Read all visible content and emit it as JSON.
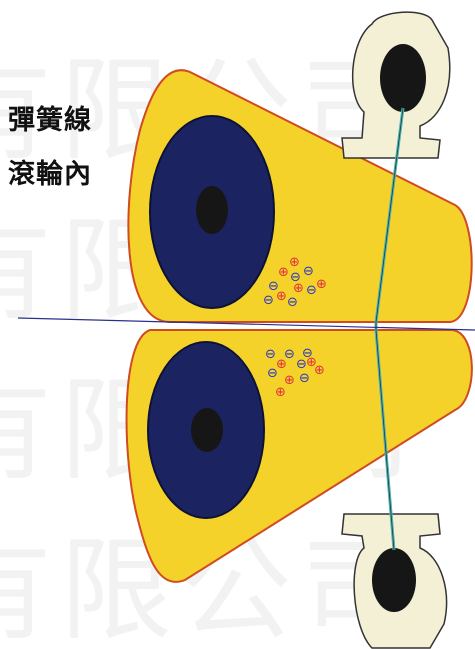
{
  "labels": {
    "line1": "彈簧線",
    "line2": "滾輪內"
  },
  "watermark": {
    "text": "有限公司"
  },
  "colors": {
    "tube_fill": "#f4d22a",
    "tube_stroke": "#d04a22",
    "roller_fill": "#1b2460",
    "hub_fill": "#161616",
    "clamp_fill": "#f3f0d6",
    "wire": "#4fb3b3",
    "centerline": "#2a2f8c",
    "charge_positive": "#e0333a",
    "charge_negative": "#2834c8"
  },
  "charge_symbols": {
    "positive": "⊕",
    "negative": "⊖"
  }
}
